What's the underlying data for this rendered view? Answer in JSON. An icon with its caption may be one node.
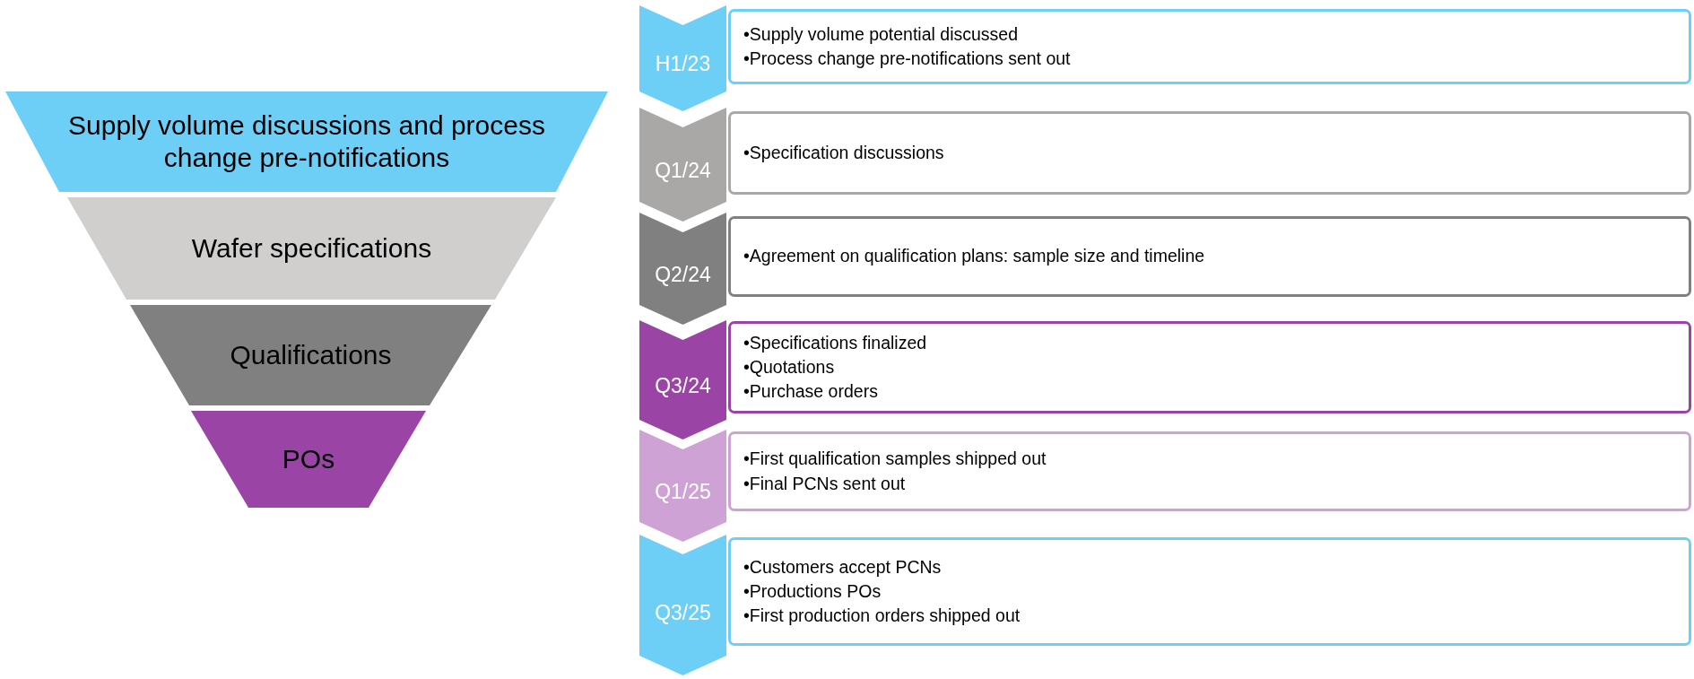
{
  "diagram": {
    "nodes": [
      {
        "text": [
          "Supply volume discussions and process change pre-notifications"
        ]
      },
      {
        "text": [
          "Wafer specifications"
        ]
      },
      {
        "text": [
          "Qualifications"
        ]
      },
      {
        "text": [
          "POs"
        ]
      },
      {
        "text": [
          "H1/23"
        ]
      },
      {
        "text": [
          "•Supply volume potential discussed",
          "•Process change pre-notifications sent out"
        ]
      },
      {
        "text": [
          "Q1/24"
        ]
      },
      {
        "text": [
          "•Specification discussions"
        ]
      },
      {
        "text": [
          "Q2/24"
        ]
      },
      {
        "text": [
          "•Agreement on qualification plans: sample size and timeline"
        ]
      },
      {
        "text": [
          "Q3/24"
        ]
      },
      {
        "text": [
          "•Specifications finalized",
          "•Quotations",
          "•Purchase orders"
        ]
      },
      {
        "text": [
          "Q1/25"
        ]
      },
      {
        "text": [
          "•First qualification samples shipped out",
          "•Final PCNs sent out"
        ]
      },
      {
        "text": [
          "Q3/25"
        ]
      },
      {
        "text": [
          "•Customers accept PCNs",
          "•Productions POs",
          "•First production orders shipped out"
        ]
      }
    ]
  }
}
